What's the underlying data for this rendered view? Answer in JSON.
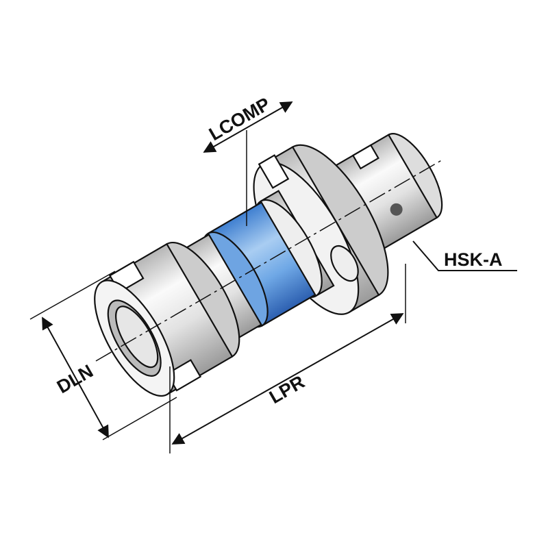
{
  "labels": {
    "lcomp": "LCOMP",
    "dln": "DLN",
    "lpr": "LPR",
    "hsk": "HSK-A"
  },
  "colors": {
    "compensation_band": "#5a9ee0",
    "body": "#e8e8e8",
    "line": "#111111"
  }
}
